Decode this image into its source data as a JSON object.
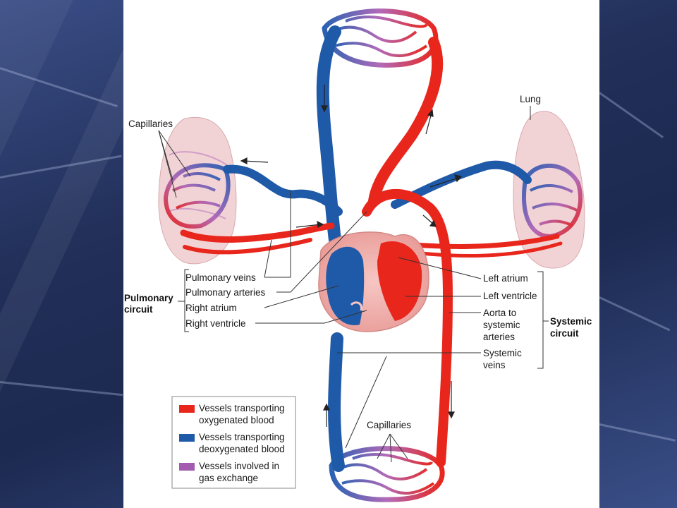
{
  "labels": {
    "capillaries_top_left": "Capillaries",
    "lung": "Lung",
    "pulmonary_veins": "Pulmonary veins",
    "pulmonary_arteries": "Pulmonary arteries",
    "right_atrium": "Right atrium",
    "right_ventricle": "Right ventricle",
    "pulmonary_circuit_line1": "Pulmonary",
    "pulmonary_circuit_line2": "circuit",
    "left_atrium": "Left atrium",
    "left_ventricle": "Left ventricle",
    "aorta_line1": "Aorta to",
    "aorta_line2": "systemic",
    "aorta_line3": "arteries",
    "systemic_veins_line1": "Systemic",
    "systemic_veins_line2": "veins",
    "systemic_circuit_line1": "Systemic",
    "systemic_circuit_line2": "circuit",
    "capillaries_bottom": "Capillaries"
  },
  "legend": {
    "items": [
      {
        "line1": "Vessels transporting",
        "line2": "oxygenated blood",
        "color": "#e8261c"
      },
      {
        "line1": "Vessels transporting",
        "line2": "deoxygenated blood",
        "color": "#1f5aa8"
      },
      {
        "line1": "Vessels involved in",
        "line2": "gas exchange",
        "color": "#a35bb0"
      }
    ]
  },
  "colors": {
    "oxygenated": "#e8261c",
    "deoxygenated": "#1f5aa8",
    "gas_exchange": "#a35bb0",
    "lung_tissue": "#f1d3d6",
    "heart_wall": "#f2b7b4"
  }
}
